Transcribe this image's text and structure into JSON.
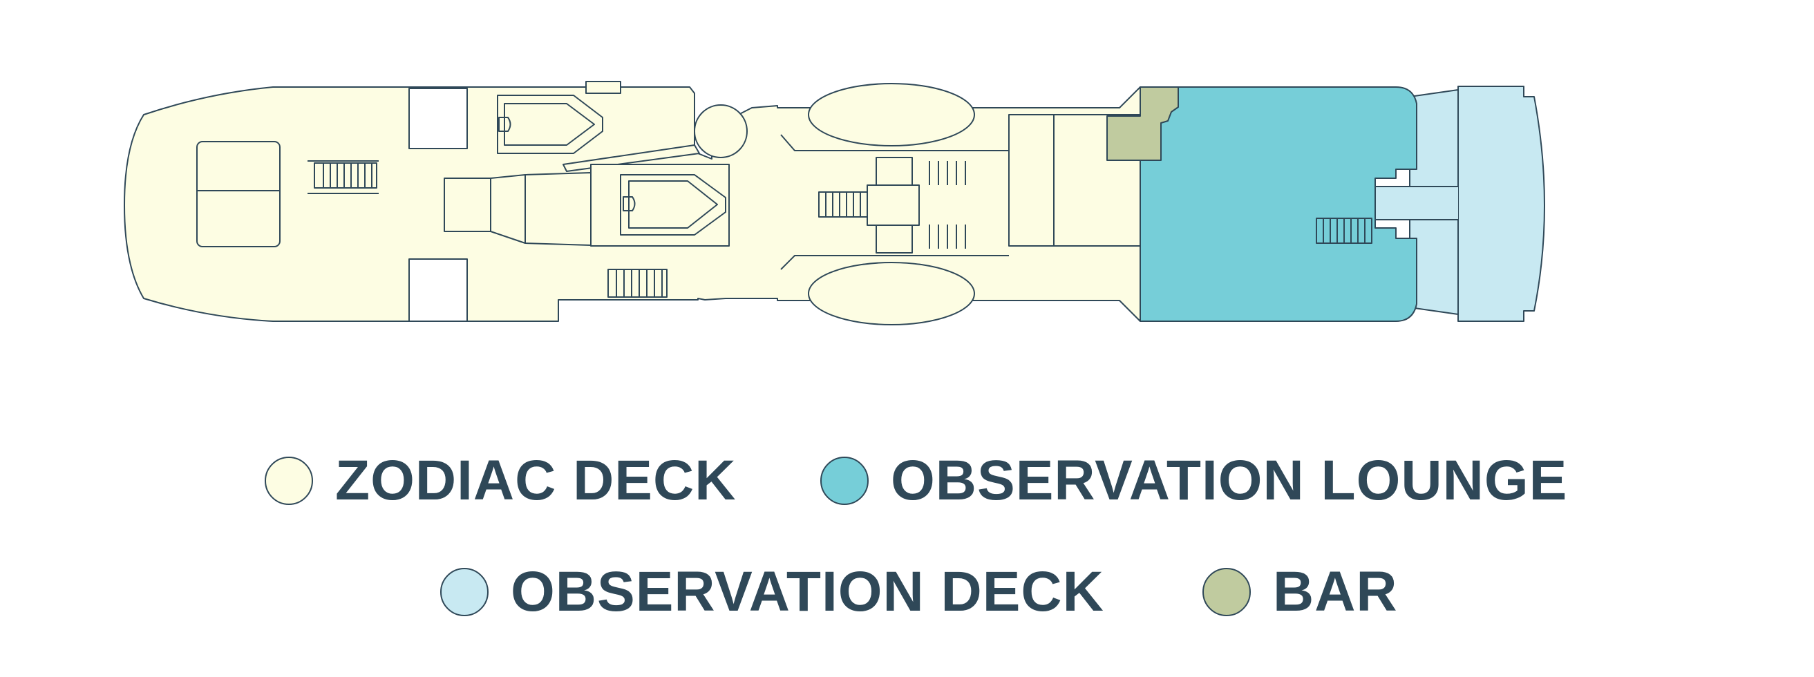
{
  "legend": {
    "zodiac_deck": {
      "label": "ZODIAC DECK",
      "color": "#fdfde3"
    },
    "observation_lounge": {
      "label": "OBSERVATION LOUNGE",
      "color": "#76ced8"
    },
    "observation_deck": {
      "label": "OBSERVATION DECK",
      "color": "#c8e9f2"
    },
    "bar": {
      "label": "BAR",
      "color": "#c0cb9f"
    }
  },
  "colors": {
    "outline": "#2f4858",
    "text": "#2f4858"
  }
}
